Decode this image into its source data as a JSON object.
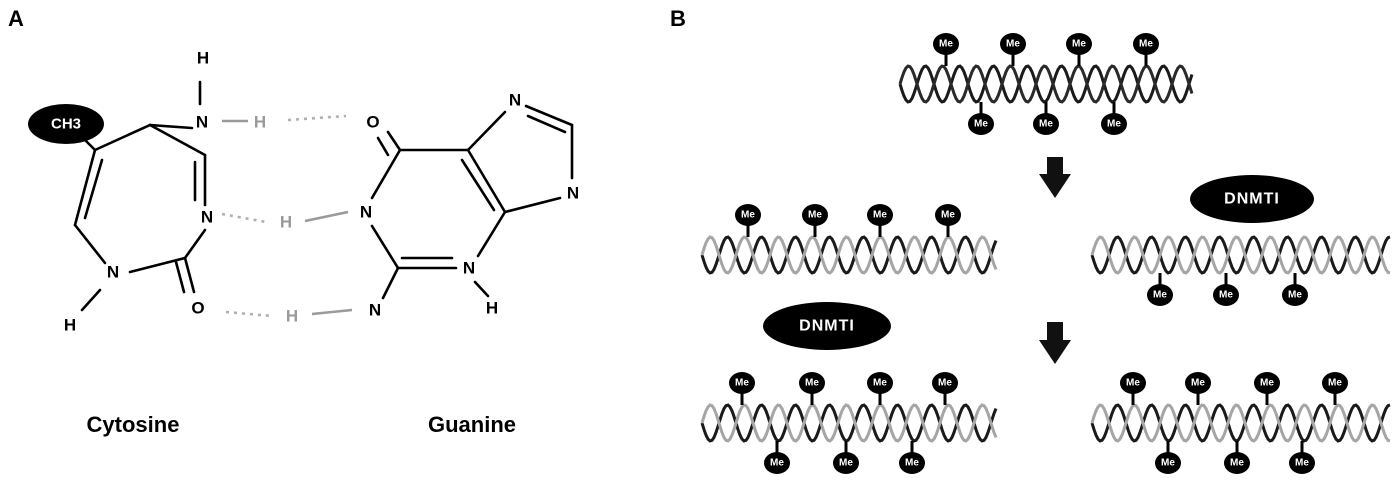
{
  "panels": {
    "a_label": "A",
    "b_label": "B"
  },
  "panel_a": {
    "methyl_group": "CH3",
    "cytosine_name": "Cytosine",
    "guanine_name": "Guanine",
    "atoms": {
      "n": "N",
      "h": "H",
      "o": "O"
    }
  },
  "panel_b": {
    "methyl_tag": "Me",
    "enzyme": "DNMTI"
  },
  "colors": {
    "ink": "#000000",
    "hbond_grey": "#9a9a9a",
    "new_strand_grey": "#a5a5a5",
    "background": "#ffffff"
  }
}
